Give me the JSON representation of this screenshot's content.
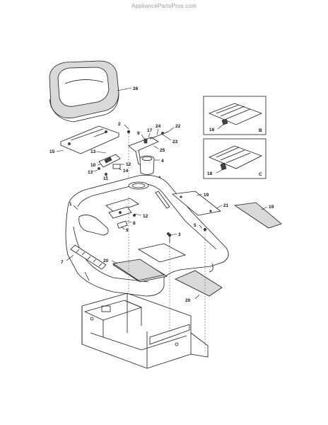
{
  "watermark": "AppliancePartsPros.com",
  "callouts": {
    "c26": "26",
    "c2": "2",
    "c9a": "9",
    "c17": "17",
    "c24": "24",
    "c22": "22",
    "c23": "23",
    "c25": "25",
    "c4": "4",
    "c6": "6",
    "c15": "15",
    "c13a": "13",
    "c10": "10",
    "c12a": "12",
    "c13b": "13",
    "c11": "11",
    "c14": "14",
    "c1": "1",
    "c12b": "12",
    "c8": "8",
    "c9b": "9",
    "c3": "3",
    "c5": "5",
    "c7": "7",
    "c20a": "20",
    "c20b": "20",
    "c19a": "19",
    "c21": "21",
    "c19b": "19",
    "c16": "16",
    "c18": "18"
  },
  "insets": {
    "b_label": "B",
    "c_label": "C"
  }
}
